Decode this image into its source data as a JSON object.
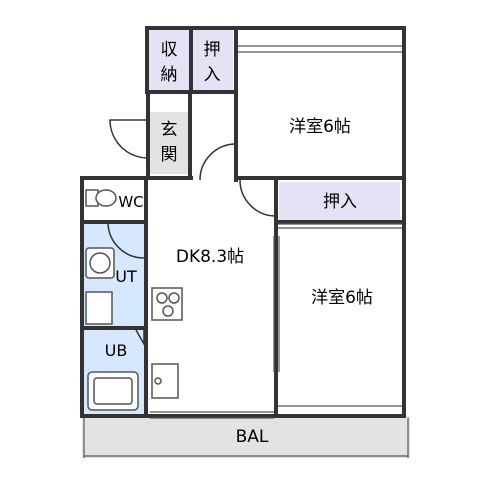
{
  "rooms": {
    "storage": "収納",
    "closet_top_1": "押",
    "closet_top_2": "入",
    "western_room_top": "洋室6帖",
    "entrance_1": "玄",
    "entrance_2": "関",
    "wc": "WC",
    "closet_mid": "押入",
    "dk": "DK8.3帖",
    "ut": "UT",
    "western_room_right": "洋室6帖",
    "ub": "UB",
    "balcony": "BAL"
  },
  "colors": {
    "wall": "#333333",
    "closet_fill": "#e4e2f4",
    "bath_fill": "#d6e8ff",
    "floor_grey": "#e3e3e3"
  }
}
